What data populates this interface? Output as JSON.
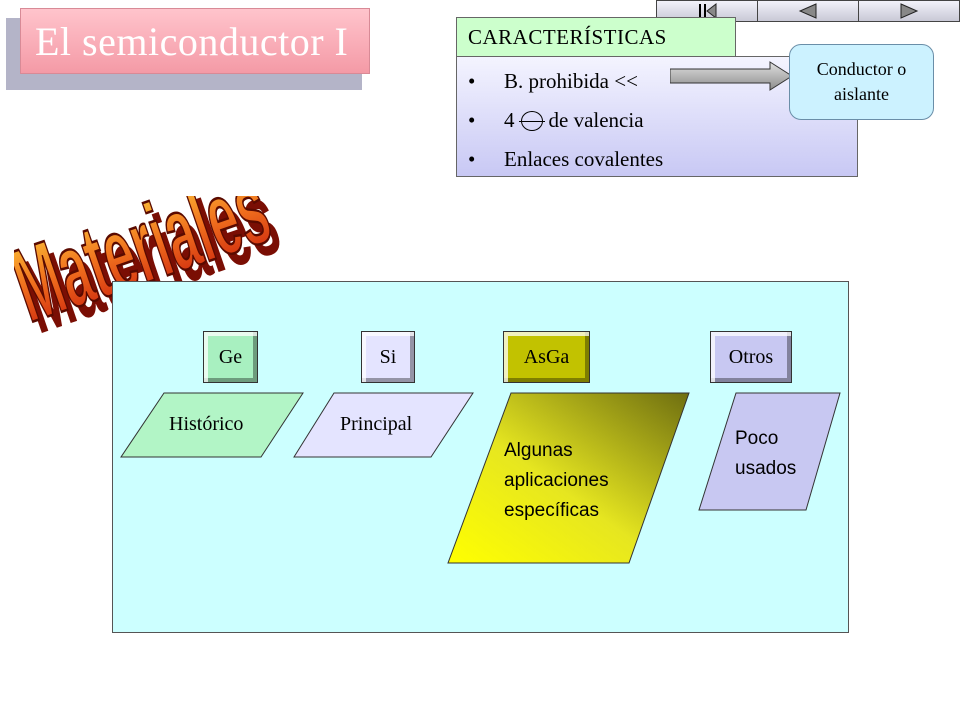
{
  "nav": {
    "buttons": [
      {
        "name": "first-slide",
        "icon": "skip-to-start-icon"
      },
      {
        "name": "previous-slide",
        "icon": "triangle-left-icon"
      },
      {
        "name": "next-slide",
        "icon": "triangle-right-icon"
      }
    ]
  },
  "title": "El semiconductor I",
  "characteristics": {
    "header": "CARACTERÍSTICAS",
    "items": [
      "B. prohibida <<",
      "4",
      "de valencia",
      "Enlaces covalentes"
    ],
    "electron_icon": "electron-circle-icon"
  },
  "callout": {
    "line1": "Conductor o",
    "line2": "aislante"
  },
  "wordart": "Materiales",
  "materials": [
    {
      "tag": "Ge",
      "description": [
        "Histórico"
      ]
    },
    {
      "tag": "Si",
      "description": [
        "Principal"
      ]
    },
    {
      "tag": "AsGa",
      "description": [
        "Algunas",
        "aplicaciones",
        "específicas"
      ]
    },
    {
      "tag": "Otros",
      "description": [
        "Poco",
        "usados"
      ]
    }
  ],
  "colors": {
    "title_fill": "#f49aa6",
    "header_fill": "#ccffcc",
    "panel_fill": "#ccffff",
    "ge_fill": "#a8f0c0",
    "si_fill": "#e4e4ff",
    "asga_fill": "#c2c200",
    "otros_fill": "#c8c8f2",
    "wordart_fill": "#e85a1a"
  }
}
